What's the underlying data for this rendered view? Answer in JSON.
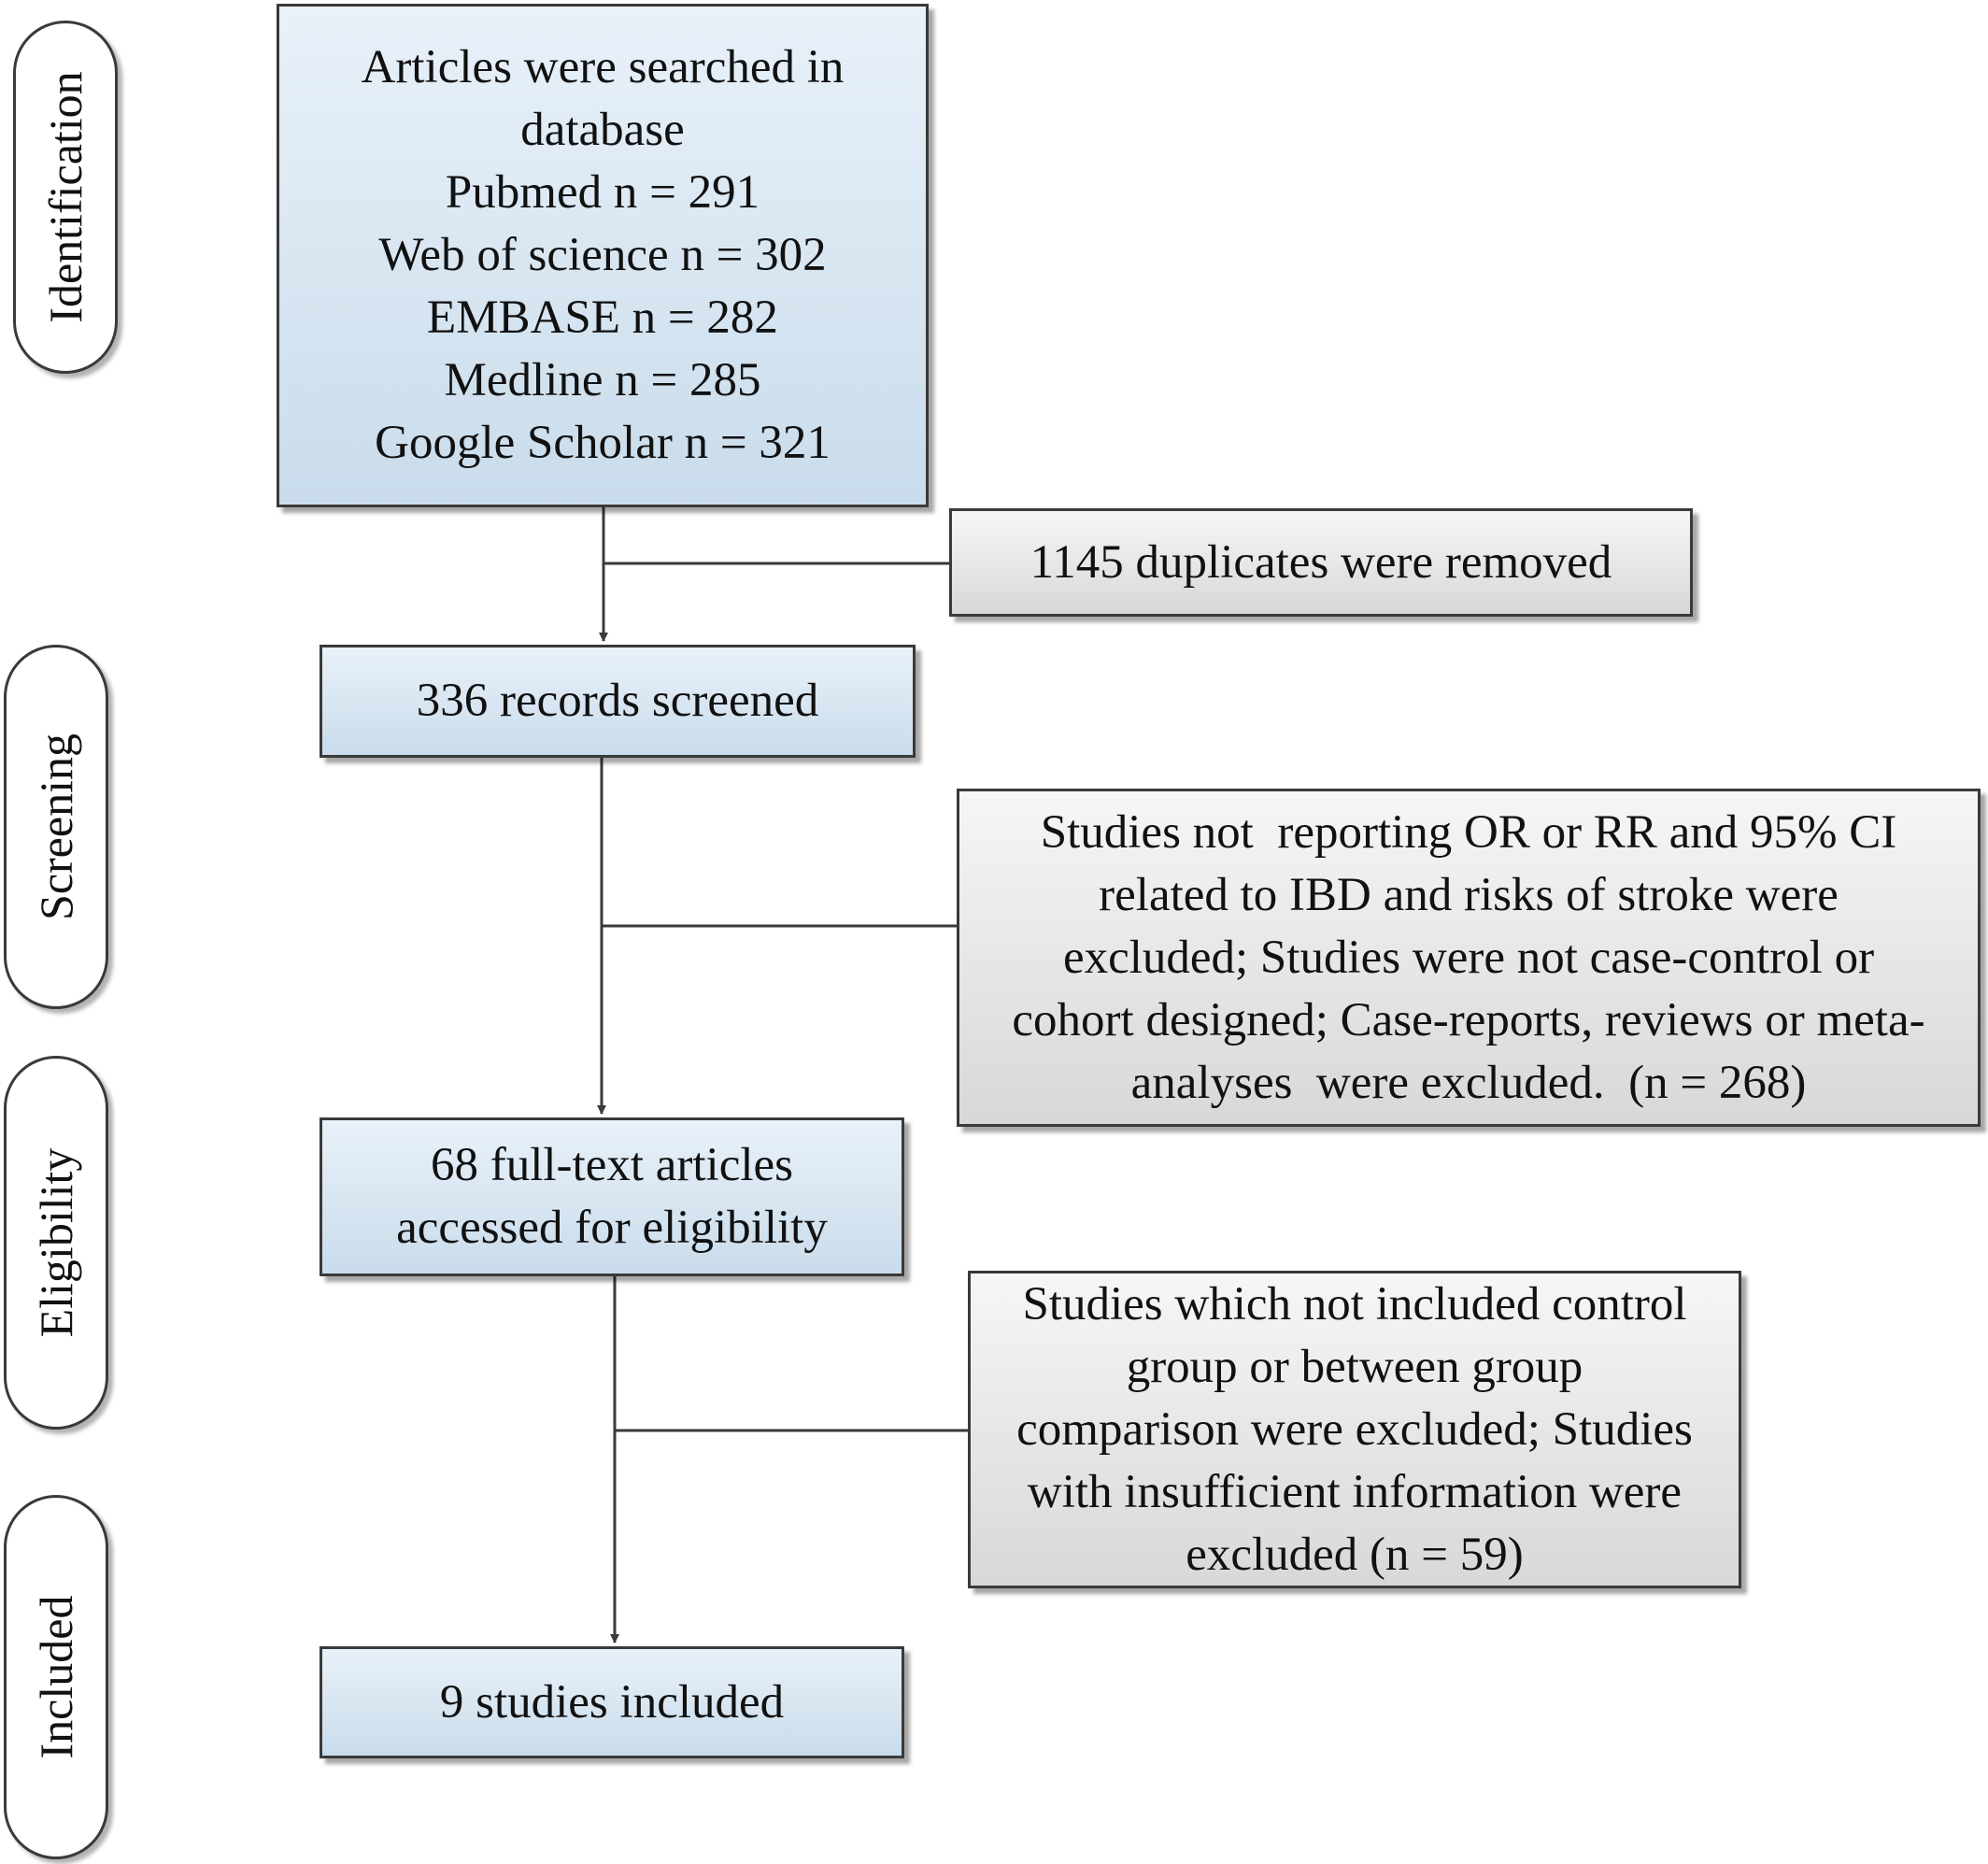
{
  "stages": {
    "identification": "Identification",
    "screening": "Screening",
    "eligibility": "Eligibility",
    "included": "Included"
  },
  "boxes": {
    "search": {
      "lines": [
        "Articles were searched in",
        "database",
        "Pubmed n = 291",
        "Web of science n = 302",
        "EMBASE n = 282",
        "Medline n = 285",
        "Google Scholar n = 321"
      ]
    },
    "duplicates": {
      "lines": [
        "1145 duplicates were removed"
      ]
    },
    "screened": {
      "lines": [
        "336 records screened"
      ]
    },
    "exclusion1": {
      "lines": [
        "Studies not  reporting OR or RR and 95% CI",
        "related to IBD and risks of stroke were",
        "excluded; Studies were not case-control or",
        "cohort designed; Case-reports, reviews or meta-",
        "analyses  were excluded.  (n = 268)"
      ]
    },
    "fulltext": {
      "lines": [
        "68 full-text articles",
        "accessed for eligibility"
      ]
    },
    "exclusion2": {
      "lines": [
        "Studies which not included control",
        "group or between group",
        "comparison were excluded; Studies",
        "with insufficient information were",
        "excluded (n = 59)"
      ]
    },
    "included": {
      "lines": [
        "9 studies included"
      ]
    }
  },
  "colors": {
    "process_fill": "#c9dceb",
    "exclusion_fill": "#d8d8d8",
    "stroke": "#3a3a3a"
  }
}
